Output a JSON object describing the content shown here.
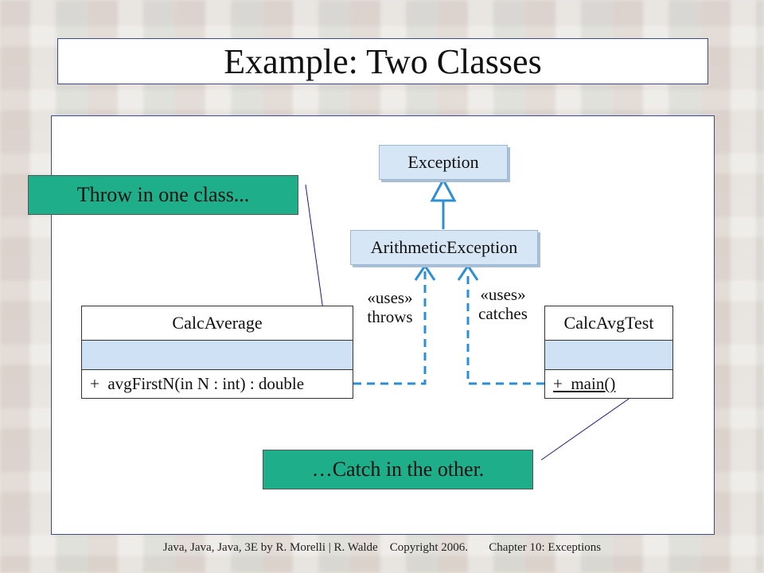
{
  "title": "Example: Two Classes",
  "diagram": {
    "exception_label": "Exception",
    "arithmetic_exception_label": "ArithmeticException",
    "calc_average": {
      "name": "CalcAverage",
      "op_visibility": "+",
      "op_signature": "avgFirstN(in N : int) : double"
    },
    "calc_avg_test": {
      "name": "CalcAvgTest",
      "op_visibility": "+",
      "op_signature": "main()"
    },
    "uses_throws": [
      "«uses»",
      "throws"
    ],
    "uses_catches": [
      "«uses»",
      "catches"
    ],
    "colors": {
      "uml_fill": "#d6e6f4",
      "dependency_arrow": "#2b8fd6",
      "note_fill": "#1fae8a"
    }
  },
  "notes": {
    "throw": "Throw in one class...",
    "catch": "…Catch in the other."
  },
  "footer": {
    "book": "Java, Java, Java, 3E by R. Morelli | R. Walde",
    "copyright": "Copyright 2006.",
    "chapter": "Chapter 10: Exceptions"
  }
}
